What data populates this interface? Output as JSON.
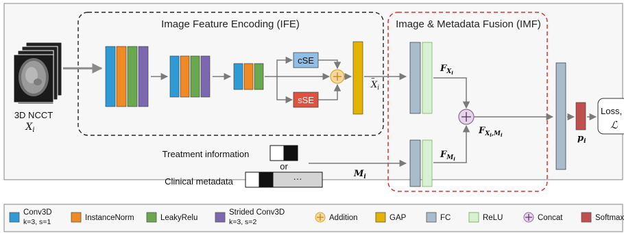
{
  "diagram": {
    "ife_title": "Image Feature Encoding (IFE)",
    "imf_title": "Image & Metadata Fusion (IMF)",
    "input_label": "3D NCCT",
    "input_var": "X",
    "input_sub": "i",
    "cse": "cSE",
    "sse": "sSE",
    "gap_out_var": "X",
    "gap_out_sub": "i",
    "f_img_var": "F",
    "f_img_sub": "X",
    "f_img_subsub": "i",
    "f_meta_var": "F",
    "f_meta_sub": "M",
    "f_meta_subsub": "i",
    "f_fused_var": "F",
    "f_fused_sub": "X",
    "f_fused_subsub": "i",
    "f_fused_sub2": ",M",
    "f_fused_subsub2": "i",
    "p_var": "p",
    "p_sub": "i",
    "m_var": "M",
    "m_sub": "i",
    "treatment": "Treatment information",
    "or": "or",
    "clinical": "Clinical metadata",
    "ellipsis": "···",
    "loss": "Loss,",
    "loss_symbol": "ℒ",
    "colors": {
      "conv3d": "#2e9bd6",
      "instancenorm": "#f08a24",
      "leakyrelu": "#6aa84f",
      "strided": "#7b68b0",
      "gap": "#e2b400",
      "fc": "#a9bccb",
      "relu": "#d9f0d3",
      "concat": "#e7d3ea",
      "addition": "#f8d89a",
      "softmax": "#c0504d",
      "cse": "#7fb3df",
      "sse": "#e0523f",
      "imf_border": "#e03131"
    }
  },
  "legend": {
    "items": [
      {
        "label": "Conv3D",
        "sub": "k=3, s=1",
        "color": "#2e9bd6"
      },
      {
        "label": "InstanceNorm",
        "color": "#f08a24"
      },
      {
        "label": "LeakyRelu",
        "color": "#6aa84f"
      },
      {
        "label": "Strided Conv3D",
        "sub": "k=3, s=2",
        "color": "#7b68b0"
      },
      {
        "label": "Addition",
        "color": "#f8d89a"
      },
      {
        "label": "GAP",
        "color": "#e2b400"
      },
      {
        "label": "FC",
        "color": "#a9bccb"
      },
      {
        "label": "ReLU",
        "color": "#d9f0d3"
      },
      {
        "label": "Concat",
        "color": "#e7d3ea"
      },
      {
        "label": "Softmax",
        "color": "#c0504d"
      }
    ]
  }
}
